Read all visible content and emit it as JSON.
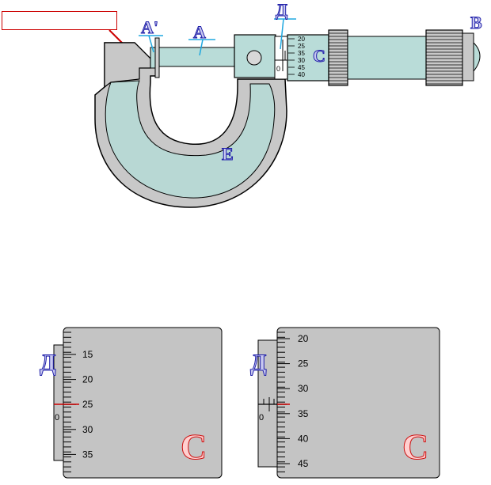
{
  "labels": {
    "anvil_face": "A'",
    "spindle": "A",
    "sleeve_label": "Д",
    "thimble": "С",
    "ratchet": "В",
    "frame": "Е"
  },
  "callout": {
    "text": ""
  },
  "top_thimble_scale": [
    "20",
    "25",
    "35",
    "30",
    "45",
    "40"
  ],
  "top_sleeve_zero": "0",
  "zoom_left": {
    "sleeve_label": "Д",
    "thimble_label": "С",
    "sleeve_zero": "0",
    "ticks": [
      "15",
      "20",
      "25",
      "30",
      "35"
    ],
    "index_color": "#cc0000"
  },
  "zoom_right": {
    "sleeve_label": "Д",
    "thimble_label": "С",
    "sleeve_zero": "0",
    "ticks": [
      "20",
      "25",
      "30",
      "35",
      "40",
      "45"
    ],
    "index_color": "#cc0000"
  },
  "colors": {
    "frame_fill": "#b8d8d4",
    "frame_outer": "#c8c8c8",
    "metal": "#b9dcd8",
    "panel": "#c4c4c4",
    "pointer": "#cc0000",
    "label_blue": "#2222aa",
    "label_red": "#cc1111"
  }
}
